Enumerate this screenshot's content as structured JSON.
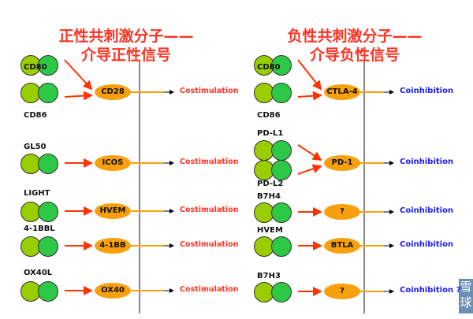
{
  "left": {
    "title_line1": "正性共刺激分子——",
    "title_line2": "介导正性信号",
    "outcome": "Costimulation",
    "rows": [
      {
        "ligands": [
          "CD80",
          "CD86"
        ],
        "receptor": "CD28"
      },
      {
        "ligands": [
          "GL50"
        ],
        "receptor": "ICOS"
      },
      {
        "ligands": [
          "LIGHT"
        ],
        "receptor": "HVEM"
      },
      {
        "ligands": [
          "4-1BBL"
        ],
        "receptor": "4-1BB"
      },
      {
        "ligands": [
          "OX40L"
        ],
        "receptor": "OX40"
      }
    ]
  },
  "right": {
    "title_line1": "负性共刺激分子——",
    "title_line2": "介导负性信号",
    "outcome": "Coinhibition",
    "outcome_last": "Coinhibition ?",
    "rows": [
      {
        "ligands": [
          "CD80",
          "CD86"
        ],
        "receptor": "CTLA-4"
      },
      {
        "ligands": [
          "PD-L1",
          "PD-L2"
        ],
        "receptor": "PD-1"
      },
      {
        "ligands": [
          "B7H4"
        ],
        "receptor": "?"
      },
      {
        "ligands": [
          "HVEM"
        ],
        "receptor": "BTLA"
      },
      {
        "ligands": [
          "B7H3"
        ],
        "receptor": "?"
      }
    ]
  },
  "watermark": "雪球"
}
